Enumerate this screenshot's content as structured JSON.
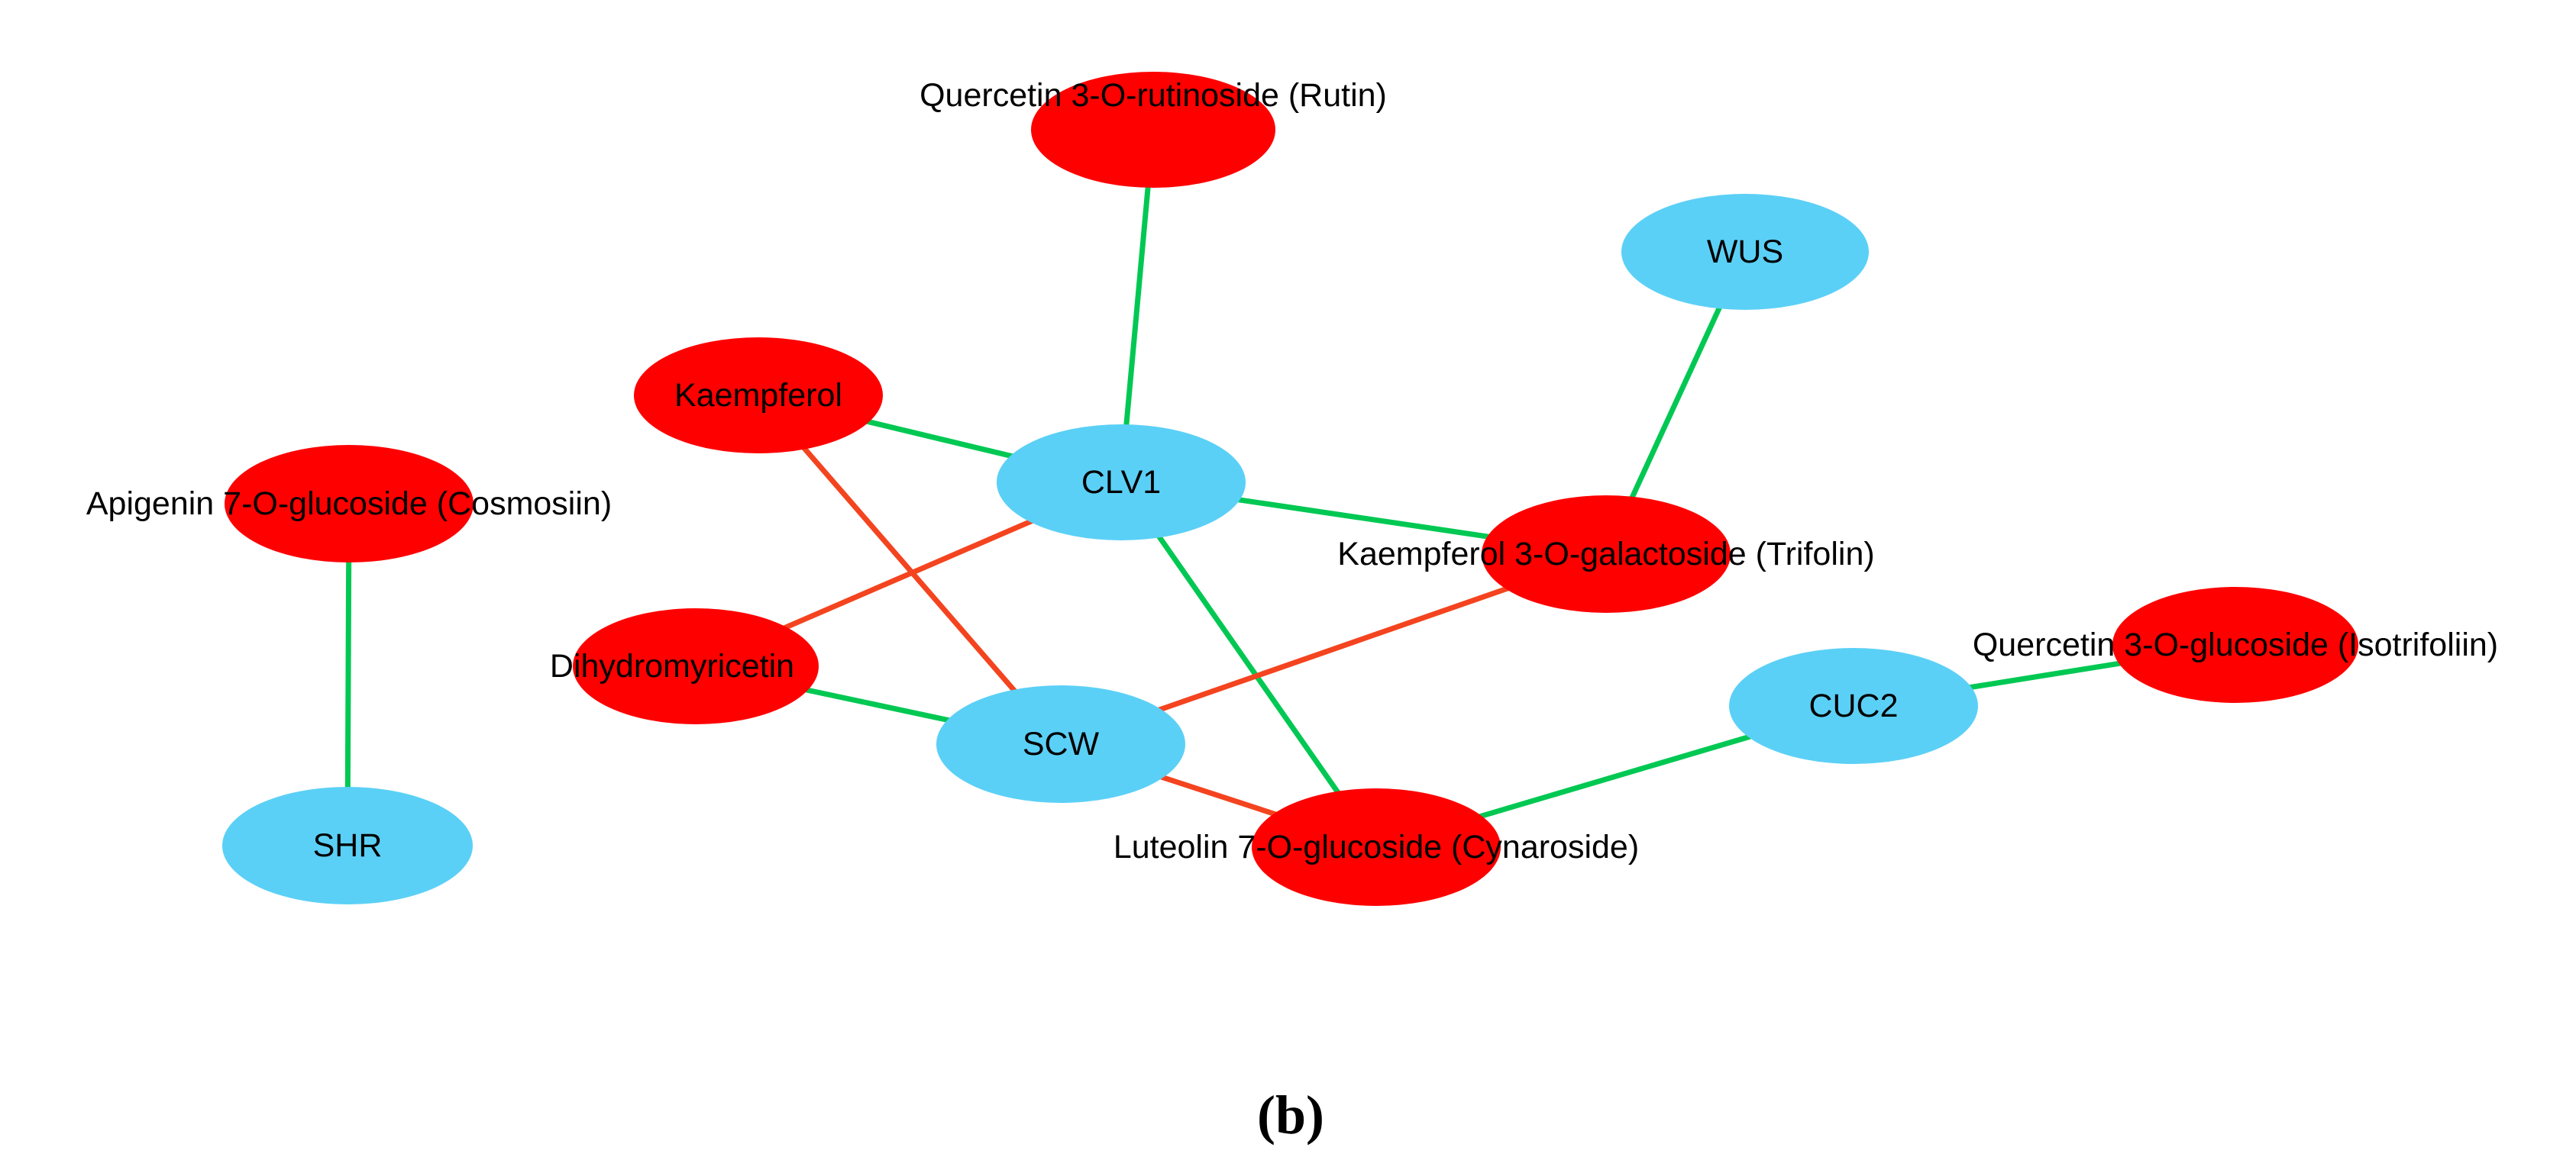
{
  "colors": {
    "metabolite_node": "#fe0000",
    "gene_node": "#5bd0f6",
    "positive_edge": "#00c853",
    "negative_edge": "#f4441f"
  },
  "nodes": [
    {
      "id": "rutin",
      "label": "Quercetin 3-O-rutinoside (Rutin)",
      "kind": "metabolite"
    },
    {
      "id": "wus",
      "label": "WUS",
      "kind": "gene"
    },
    {
      "id": "kaempferol",
      "label": "Kaempferol",
      "kind": "metabolite"
    },
    {
      "id": "clv1",
      "label": "CLV1",
      "kind": "gene"
    },
    {
      "id": "cosmosiin",
      "label": "Apigenin 7-O-glucoside (Cosmosiin)",
      "kind": "metabolite"
    },
    {
      "id": "trifolin",
      "label": "Kaempferol 3-O-galactoside (Trifolin)",
      "kind": "metabolite"
    },
    {
      "id": "isotrifoliin",
      "label": "Quercetin 3-O-glucoside (Isotrifoliin)",
      "kind": "metabolite"
    },
    {
      "id": "dihydromyricetin",
      "label": "Dihydromyricetin",
      "kind": "metabolite"
    },
    {
      "id": "cuc2",
      "label": "CUC2",
      "kind": "gene"
    },
    {
      "id": "scw",
      "label": "SCW",
      "kind": "gene"
    },
    {
      "id": "shr",
      "label": "SHR",
      "kind": "gene"
    },
    {
      "id": "cynaroside",
      "label": "Luteolin 7-O-glucoside (Cynaroside)",
      "kind": "metabolite"
    }
  ],
  "edges": [
    {
      "source": "rutin",
      "target": "clv1",
      "sign": "positive"
    },
    {
      "source": "wus",
      "target": "trifolin",
      "sign": "positive"
    },
    {
      "source": "kaempferol",
      "target": "clv1",
      "sign": "positive"
    },
    {
      "source": "clv1",
      "target": "trifolin",
      "sign": "positive"
    },
    {
      "source": "clv1",
      "target": "cynaroside",
      "sign": "positive"
    },
    {
      "source": "cosmosiin",
      "target": "shr",
      "sign": "positive"
    },
    {
      "source": "dihydromyricetin",
      "target": "scw",
      "sign": "positive"
    },
    {
      "source": "cuc2",
      "target": "cynaroside",
      "sign": "positive"
    },
    {
      "source": "cuc2",
      "target": "isotrifoliin",
      "sign": "positive"
    },
    {
      "source": "kaempferol",
      "target": "scw",
      "sign": "negative"
    },
    {
      "source": "clv1",
      "target": "dihydromyricetin",
      "sign": "negative"
    },
    {
      "source": "trifolin",
      "target": "scw",
      "sign": "negative"
    },
    {
      "source": "scw",
      "target": "cynaroside",
      "sign": "negative"
    }
  ],
  "panel_label": "(b)"
}
